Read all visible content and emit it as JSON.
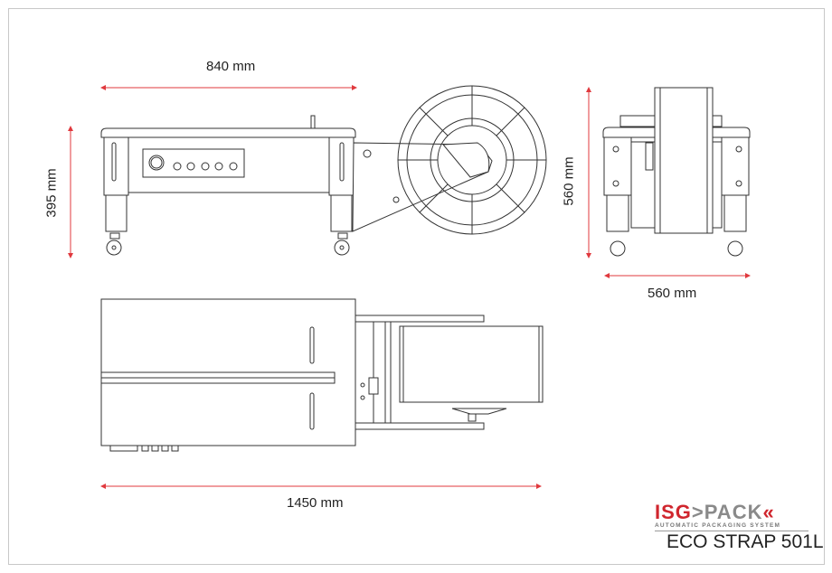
{
  "dimensions": {
    "front_width": "840 mm",
    "front_height": "395 mm",
    "side_height": "560 mm",
    "side_width": "560 mm",
    "top_length": "1450 mm"
  },
  "logo": {
    "brand_isg": "ISG",
    "brand_pack": "PACK",
    "tagline": "AUTOMATIC PACKAGING SYSTEM"
  },
  "model_name": "ECO STRAP 501L",
  "colors": {
    "dimension": "#e0393e",
    "brand_red": "#d0262e",
    "brand_gray": "#8a8a8a",
    "line": "#333333"
  }
}
